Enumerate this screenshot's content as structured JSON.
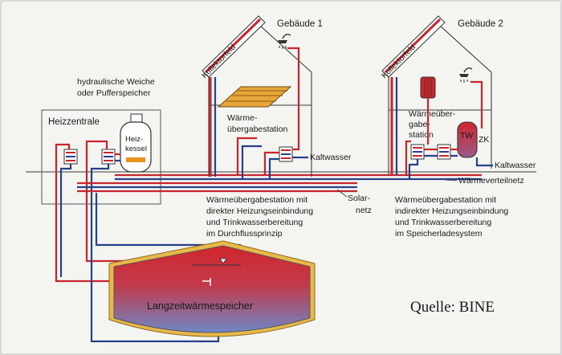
{
  "labels": {
    "building1": "Gebäude 1",
    "building2": "Gebäude 2",
    "collector1": "Kollektorfeld",
    "collector2": "Kollektorfeld",
    "hydraulic_line1": "hydraulische Weiche",
    "hydraulic_line2": "oder Pufferspeicher",
    "heating_central": "Heizzentrale",
    "boiler_line1": "Heiz-",
    "boiler_line2": "kessel",
    "station1_line1": "Wärme-",
    "station1_line2": "übergabestation",
    "cold_water1": "Kaltwasser",
    "station2_line1": "Wärmeüber-",
    "station2_line2": "gabe-",
    "station2_line3": "station",
    "tw": "TW",
    "zk": "ZK",
    "cold_water2": "Kaltwasser",
    "distribution_net": "Wärmeverteilnetz",
    "solar_line1": "Solar-",
    "solar_line2": "netz",
    "desc1_line1": "Wärmeübergabestation mit",
    "desc1_line2": "direkter Heizungseinbindung",
    "desc1_line3": "und Trinkwasserbereitung",
    "desc1_line4": "im Durchflussprinzip",
    "desc2_line1": "Wärmeübergabestation mit",
    "desc2_line2": "indirekter Heizungseinbindung",
    "desc2_line3": "und Trinkwasserbereitung",
    "desc2_line4": "im Speicherladesystem",
    "storage": "Langzeitwärmespeicher",
    "source": "Quelle: BINE"
  },
  "colors": {
    "hot": "#c8262c",
    "cold": "#27408b",
    "building": "#3a3a3a",
    "collector": "#e8941a",
    "storage_top": "#d0262e",
    "storage_bottom": "#6f86c6",
    "roof_stripe": "#c8262c"
  },
  "icons": [
    "shower-icon",
    "heat-exchanger-icon",
    "pump-icon",
    "boiler-icon",
    "valve-icon"
  ]
}
